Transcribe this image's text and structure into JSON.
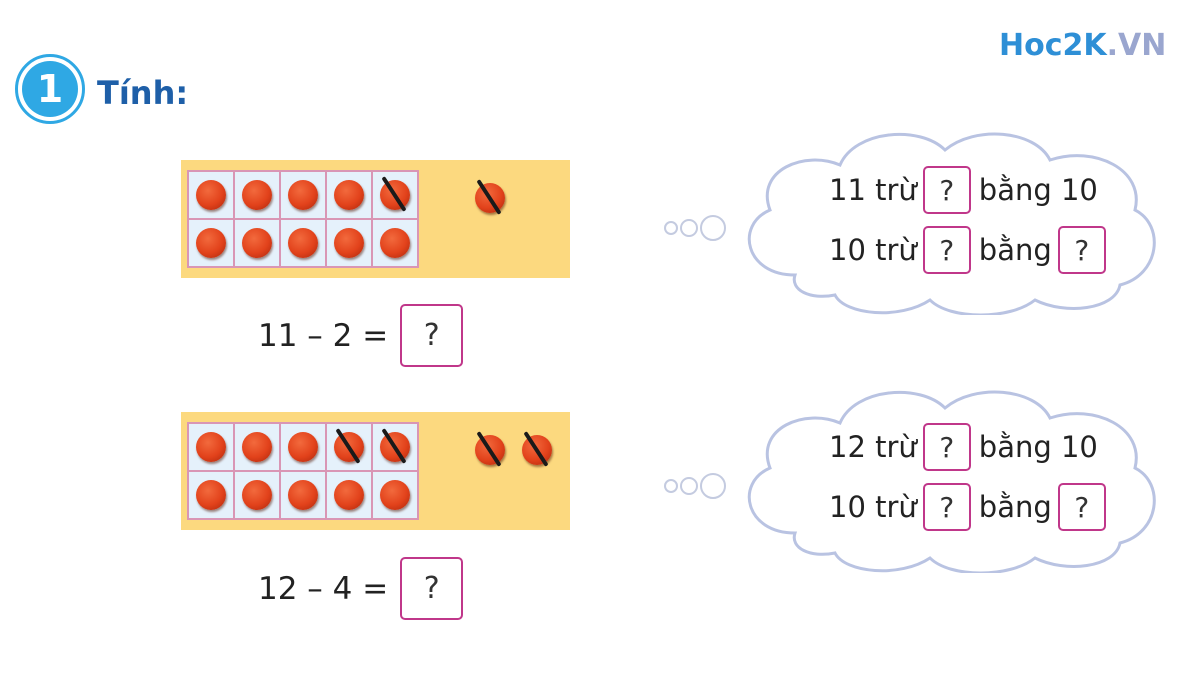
{
  "logo": {
    "part1": "Hoc2K",
    "part2": ".VN"
  },
  "exercise": {
    "number": "1",
    "title": "Tính:"
  },
  "problems": [
    {
      "ten_frame": {
        "filled": 10,
        "crossed_cells": [
          4
        ],
        "extra_dots": 1,
        "extra_crossed": 1
      },
      "equation": {
        "left": "11 – 2 =",
        "answer": "?"
      },
      "thought": {
        "line1": {
          "start": "11 trừ",
          "box": "?",
          "end": "bằng 10"
        },
        "line2": {
          "start": "10 trừ",
          "box": "?",
          "mid": "bằng",
          "box2": "?"
        }
      }
    },
    {
      "ten_frame": {
        "filled": 10,
        "crossed_cells": [
          3,
          4
        ],
        "extra_dots": 2,
        "extra_crossed": 2
      },
      "equation": {
        "left": "12 – 4 =",
        "answer": "?"
      },
      "thought": {
        "line1": {
          "start": "12 trừ",
          "box": "?",
          "end": "bằng 10"
        },
        "line2": {
          "start": "10 trừ",
          "box": "?",
          "mid": "bằng",
          "box2": "?"
        }
      }
    }
  ]
}
